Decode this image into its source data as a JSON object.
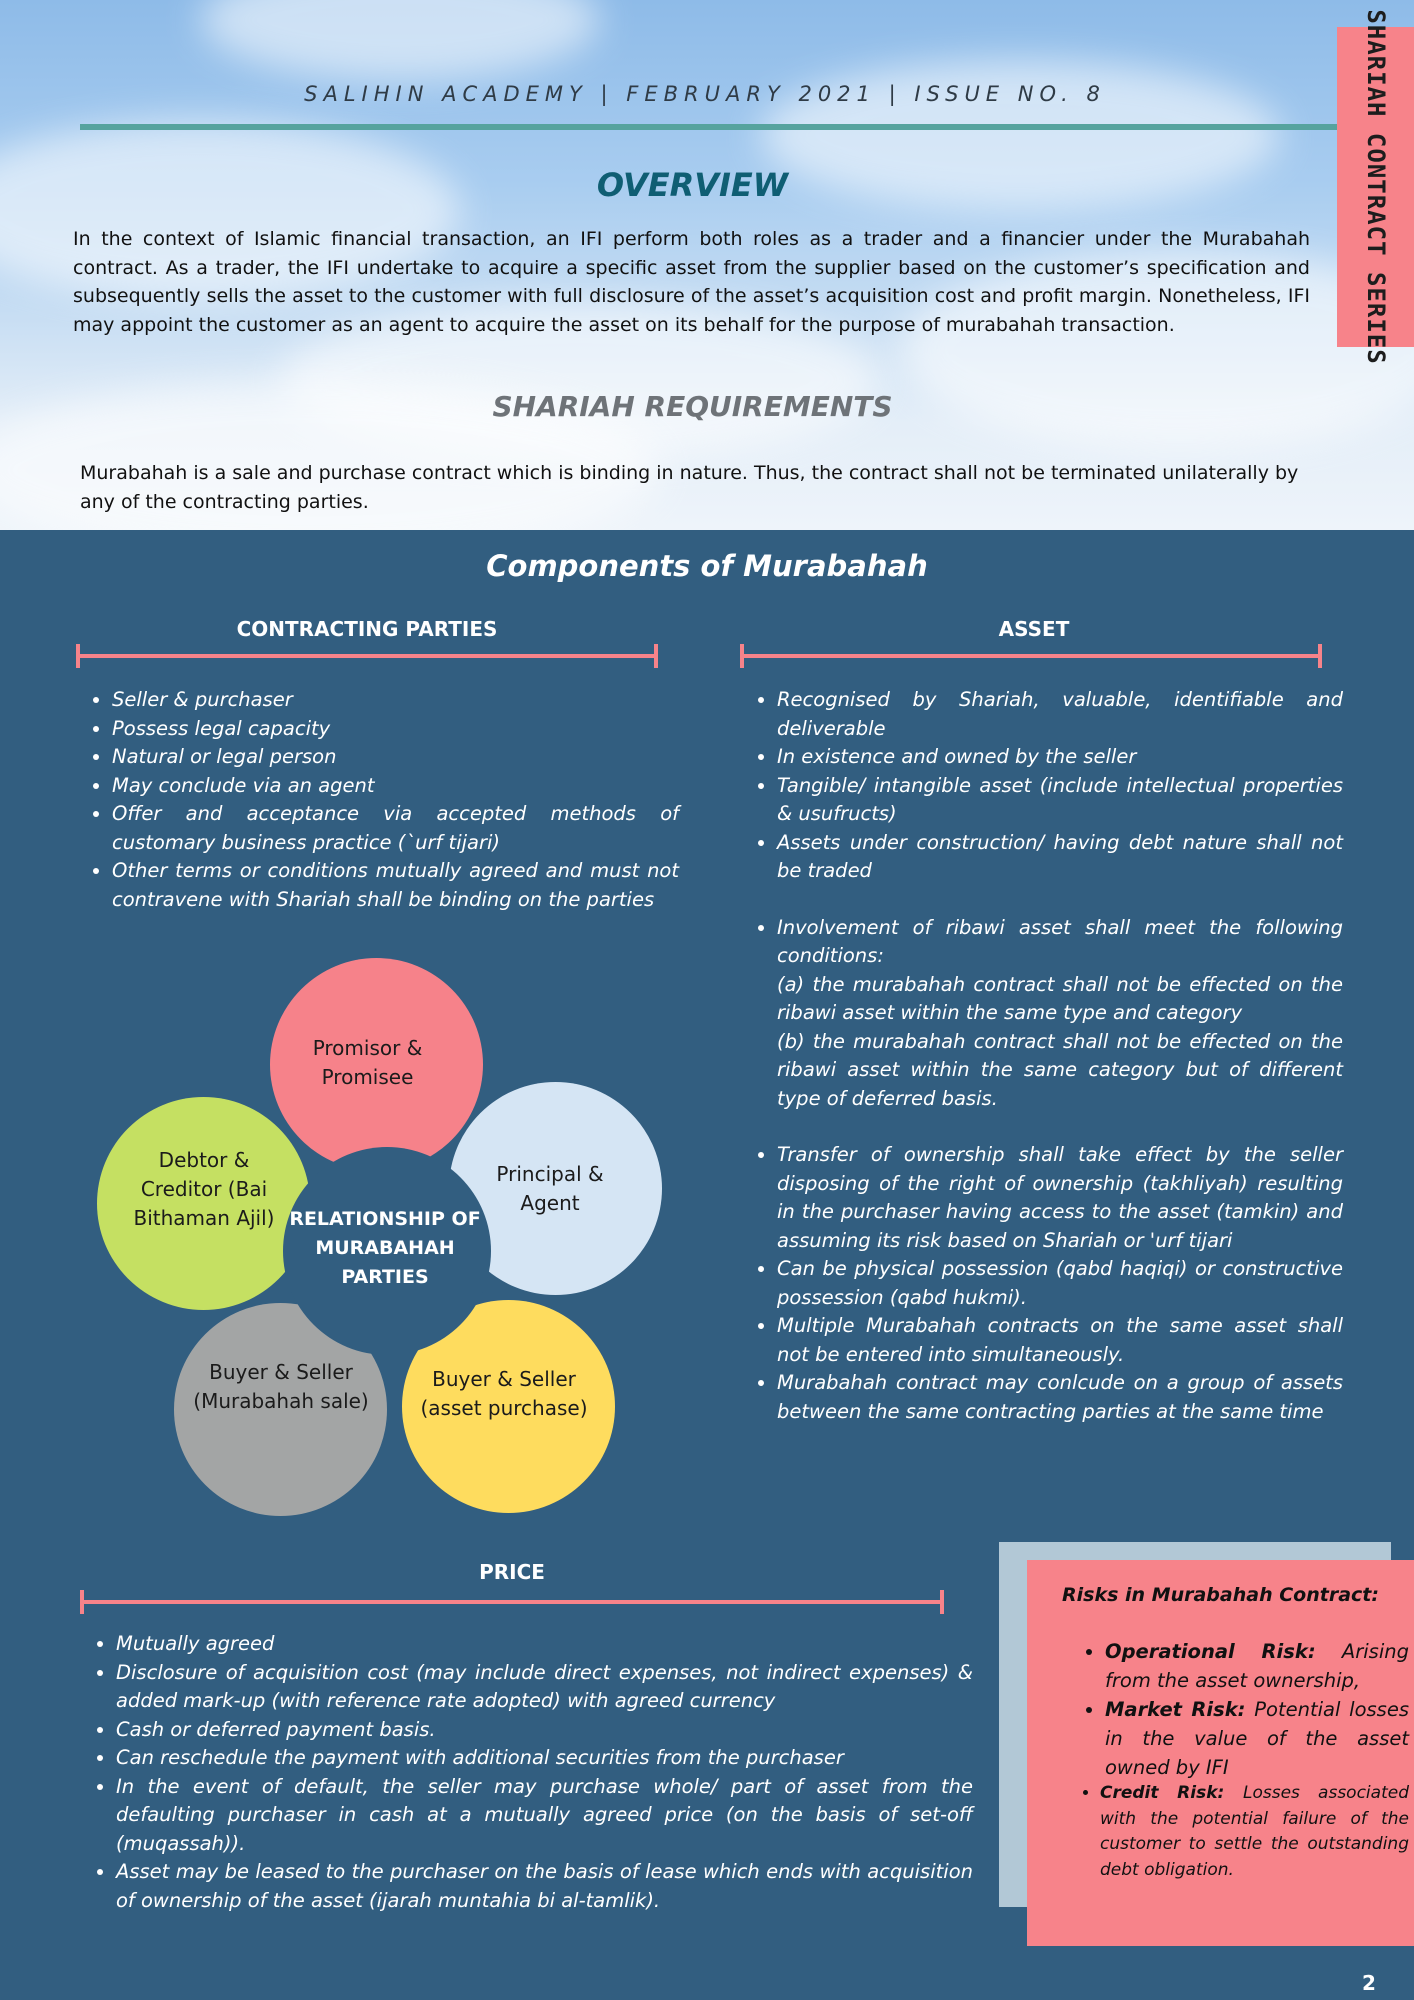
{
  "header": {
    "issue_line": "SALIHIN ACADEMY | FEBRUARY 2021 | ISSUE NO. 8",
    "side_tab": "SHARIAH CONTRACT SERIES"
  },
  "overview": {
    "title": "OVERVIEW",
    "text": "In the context of Islamic financial transaction, an IFI perform both roles as a trader and a financier under the Murabahah contract. As a trader, the IFI undertake to acquire a specific asset from the  supplier based on the customer’s specification and subsequently sells the asset to the customer with full disclosure of the asset’s acquisition cost and profit margin. Nonetheless, IFI may appoint the customer as an agent to acquire the asset on its behalf for the purpose of murabahah transaction."
  },
  "shariah": {
    "title": "SHARIAH REQUIREMENTS",
    "text": "Murabahah is a sale and purchase contract which is binding in nature. Thus, the contract shall not be terminated unilaterally by any of the contracting parties."
  },
  "components": {
    "title": "Components of Murabahah",
    "parties": {
      "title": "CONTRACTING PARTIES",
      "items": [
        "Seller & purchaser",
        "Possess legal capacity",
        "Natural or legal person",
        "May conclude via an agent",
        "Offer and acceptance via accepted methods    of customary business practice (`urf tijari)",
        "Other terms or conditions mutually agreed and must not  contravene with Shariah shall be binding on the parties"
      ]
    },
    "asset": {
      "title": "ASSET",
      "items": [
        "Recognised by Shariah, valuable, identifiable and deliverable",
        "In existence and owned by the seller",
        "Tangible/ intangible asset (include intellectual properties & usufructs)",
        "Assets under construction/ having debt nature shall not be traded",
        "Involvement of ribawi asset shall meet the following conditions:",
        "Transfer of ownership shall take effect by the seller disposing of the right of ownership (takhliyah) resulting in the purchaser having access to the asset (tamkin) and assuming its risk based on Shariah or 'urf tijari",
        "Can be physical possession (qabd haqiqi) or constructive possession (qabd hukmi).",
        "Multiple Murabahah contracts on the same asset shall not be entered into simultaneously.",
        "Murabahah contract may conlcude on a group of assets between the same contracting parties at the same time"
      ],
      "ribawi_a": "(a) the murabahah contract shall not be effected on the ribawi asset within the same type and category",
      "ribawi_b": "(b) the murabahah contract shall not be effected on the ribawi asset within the same category but of different type of deferred basis."
    },
    "relationship": {
      "center": "RELATIONSHIP OF MURABAHAH PARTIES",
      "promisor": "Promisor & Promisee",
      "principal": "Principal & Agent",
      "debtor": "Debtor & Creditor (Bai Bithaman Ajil)",
      "buyer_murabahah": "Buyer & Seller (Murabahah sale)",
      "buyer_asset": "Buyer & Seller (asset purchase)",
      "colors": {
        "promisor": "#f6828a",
        "principal": "#d5e5f4",
        "debtor": "#c5e062",
        "buyer_murabahah": "#a3a5a5",
        "buyer_asset": "#fedc5e"
      }
    },
    "price": {
      "title": "PRICE",
      "items": [
        "Mutually agreed",
        "Disclosure of acquisition cost (may include direct expenses, not indirect expenses) & added mark-up (with reference rate adopted) with agreed currency",
        "Cash or deferred payment basis.",
        "Can reschedule the payment with additional securities from the purchaser",
        "In the event of default, the seller may purchase whole/ part of asset from the defaulting purchaser in cash at a mutually agreed price (on the basis of set-off (muqassah)).",
        "Asset may be leased to the purchaser on the basis of lease which ends with acquisition of ownership of the asset (ijarah muntahia bi al-tamlik)."
      ]
    },
    "risks": {
      "title": "Risks in Murabahah Contract:",
      "op_label": "Operational Risk:",
      "op_text": " Arising from the asset ownership,",
      "market_label": "Market Risk:",
      "market_text": " Potential losses in the value of the asset owned by IFI",
      "credit_label": "Credit Risk: ",
      "credit_text": "Losses associated with the potential failure of the customer to settle the outstanding debt obligation."
    }
  },
  "page_number": "2"
}
